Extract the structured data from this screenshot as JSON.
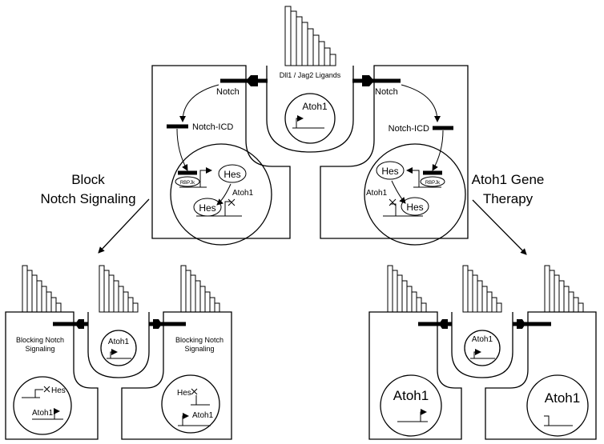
{
  "labels": {
    "dll1_jag2": "Dll1 / Jag2 Ligands",
    "notch": "Notch",
    "notch_icd": "Notch-ICD",
    "atoh1": "Atoh1",
    "hes": "Hes",
    "rbpjk": "RBPJk",
    "block_line1": "Block",
    "block_line2": "Notch Signaling",
    "therapy_line1": "Atoh1 Gene",
    "therapy_line2": "Therapy",
    "blocking_line1": "Blocking Notch",
    "blocking_line2": "Signaling"
  }
}
